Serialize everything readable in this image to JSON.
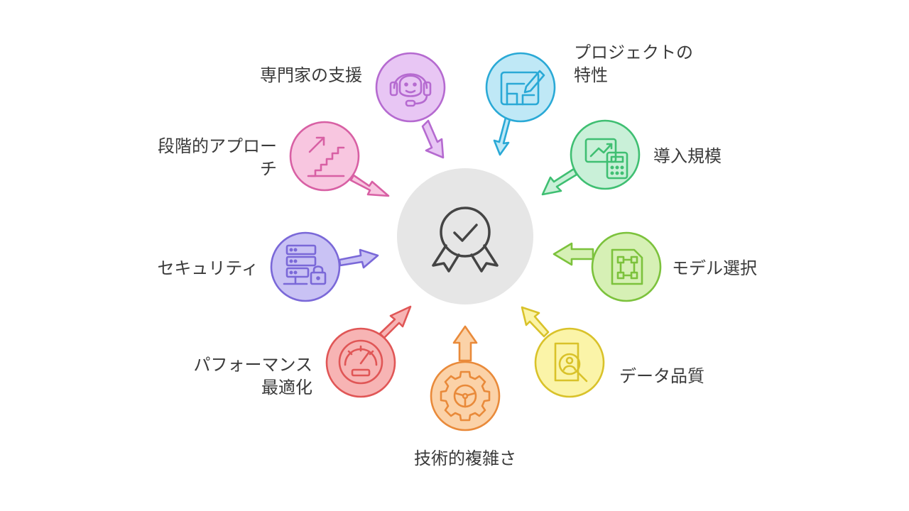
{
  "center": {
    "icon": "award-badge-check-icon",
    "fill": "#e6e6e6",
    "stroke": "#444444"
  },
  "factors": [
    {
      "id": "expert-support",
      "label": "専門家の支援",
      "icon": "headset-support-icon",
      "fill": "#e8c6f4",
      "stroke": "#b56ad0"
    },
    {
      "id": "project-nature",
      "label": "プロジェクトの\n特性",
      "icon": "blueprint-pencil-icon",
      "fill": "#bfe8f6",
      "stroke": "#2aa9d6"
    },
    {
      "id": "deployment-scale",
      "label": "導入規模",
      "icon": "chart-calculator-icon",
      "fill": "#c9f0d8",
      "stroke": "#3fbf72"
    },
    {
      "id": "model-selection",
      "label": "モデル選択",
      "icon": "vector-frame-icon",
      "fill": "#d6f0b5",
      "stroke": "#7cc23c"
    },
    {
      "id": "data-quality",
      "label": "データ品質",
      "icon": "user-search-icon",
      "fill": "#fbf4a8",
      "stroke": "#d9c22a"
    },
    {
      "id": "technical-complexity",
      "label": "技術的複雑さ",
      "icon": "gear-steering-icon",
      "fill": "#fbd2a8",
      "stroke": "#e98a3a"
    },
    {
      "id": "performance",
      "label": "パフォーマンス\n最適化",
      "icon": "speedometer-icon",
      "fill": "#f7b4b4",
      "stroke": "#e05656"
    },
    {
      "id": "security",
      "label": "セキュリティ",
      "icon": "server-lock-icon",
      "fill": "#c9c2f4",
      "stroke": "#7a68d8"
    },
    {
      "id": "phased-approach",
      "label": "段階的アプロー\nチ",
      "icon": "stairs-arrow-icon",
      "fill": "#f8c6e0",
      "stroke": "#d860a4"
    }
  ]
}
